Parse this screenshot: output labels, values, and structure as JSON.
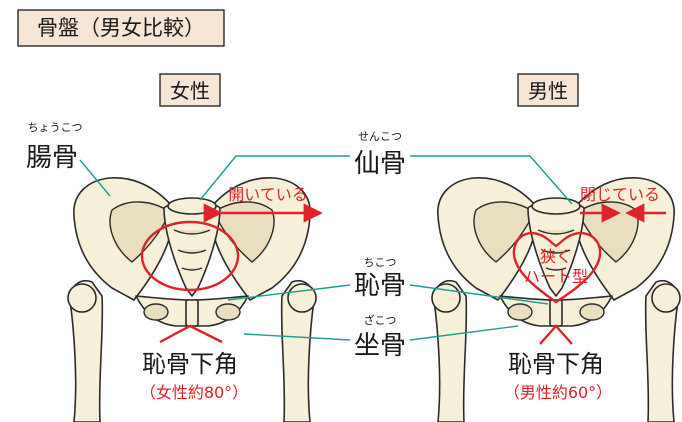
{
  "title": "骨盤（男女比較）",
  "female": {
    "label": "女性",
    "open_note": "開いている",
    "angle_label": "恥骨下角",
    "angle_note": "（女性約80°）"
  },
  "male": {
    "label": "男性",
    "open_note": "閉じている",
    "inlet_note_1": "狭く",
    "inlet_note_2": "ハート型",
    "angle_label": "恥骨下角",
    "angle_note": "（男性約60°）"
  },
  "labels": {
    "ilium_ruby": "ちょうこつ",
    "ilium": "腸骨",
    "sacrum_ruby": "せんこつ",
    "sacrum": "仙骨",
    "pubis_ruby": "ちこつ",
    "pubis": "恥骨",
    "ischium_ruby": "ざこつ",
    "ischium": "坐骨"
  },
  "colors": {
    "title_bg": "#f7e5d6",
    "accent_red": "#e0222a",
    "leader_teal": "#1c9e94",
    "bone_fill": "#f6f0d9"
  }
}
